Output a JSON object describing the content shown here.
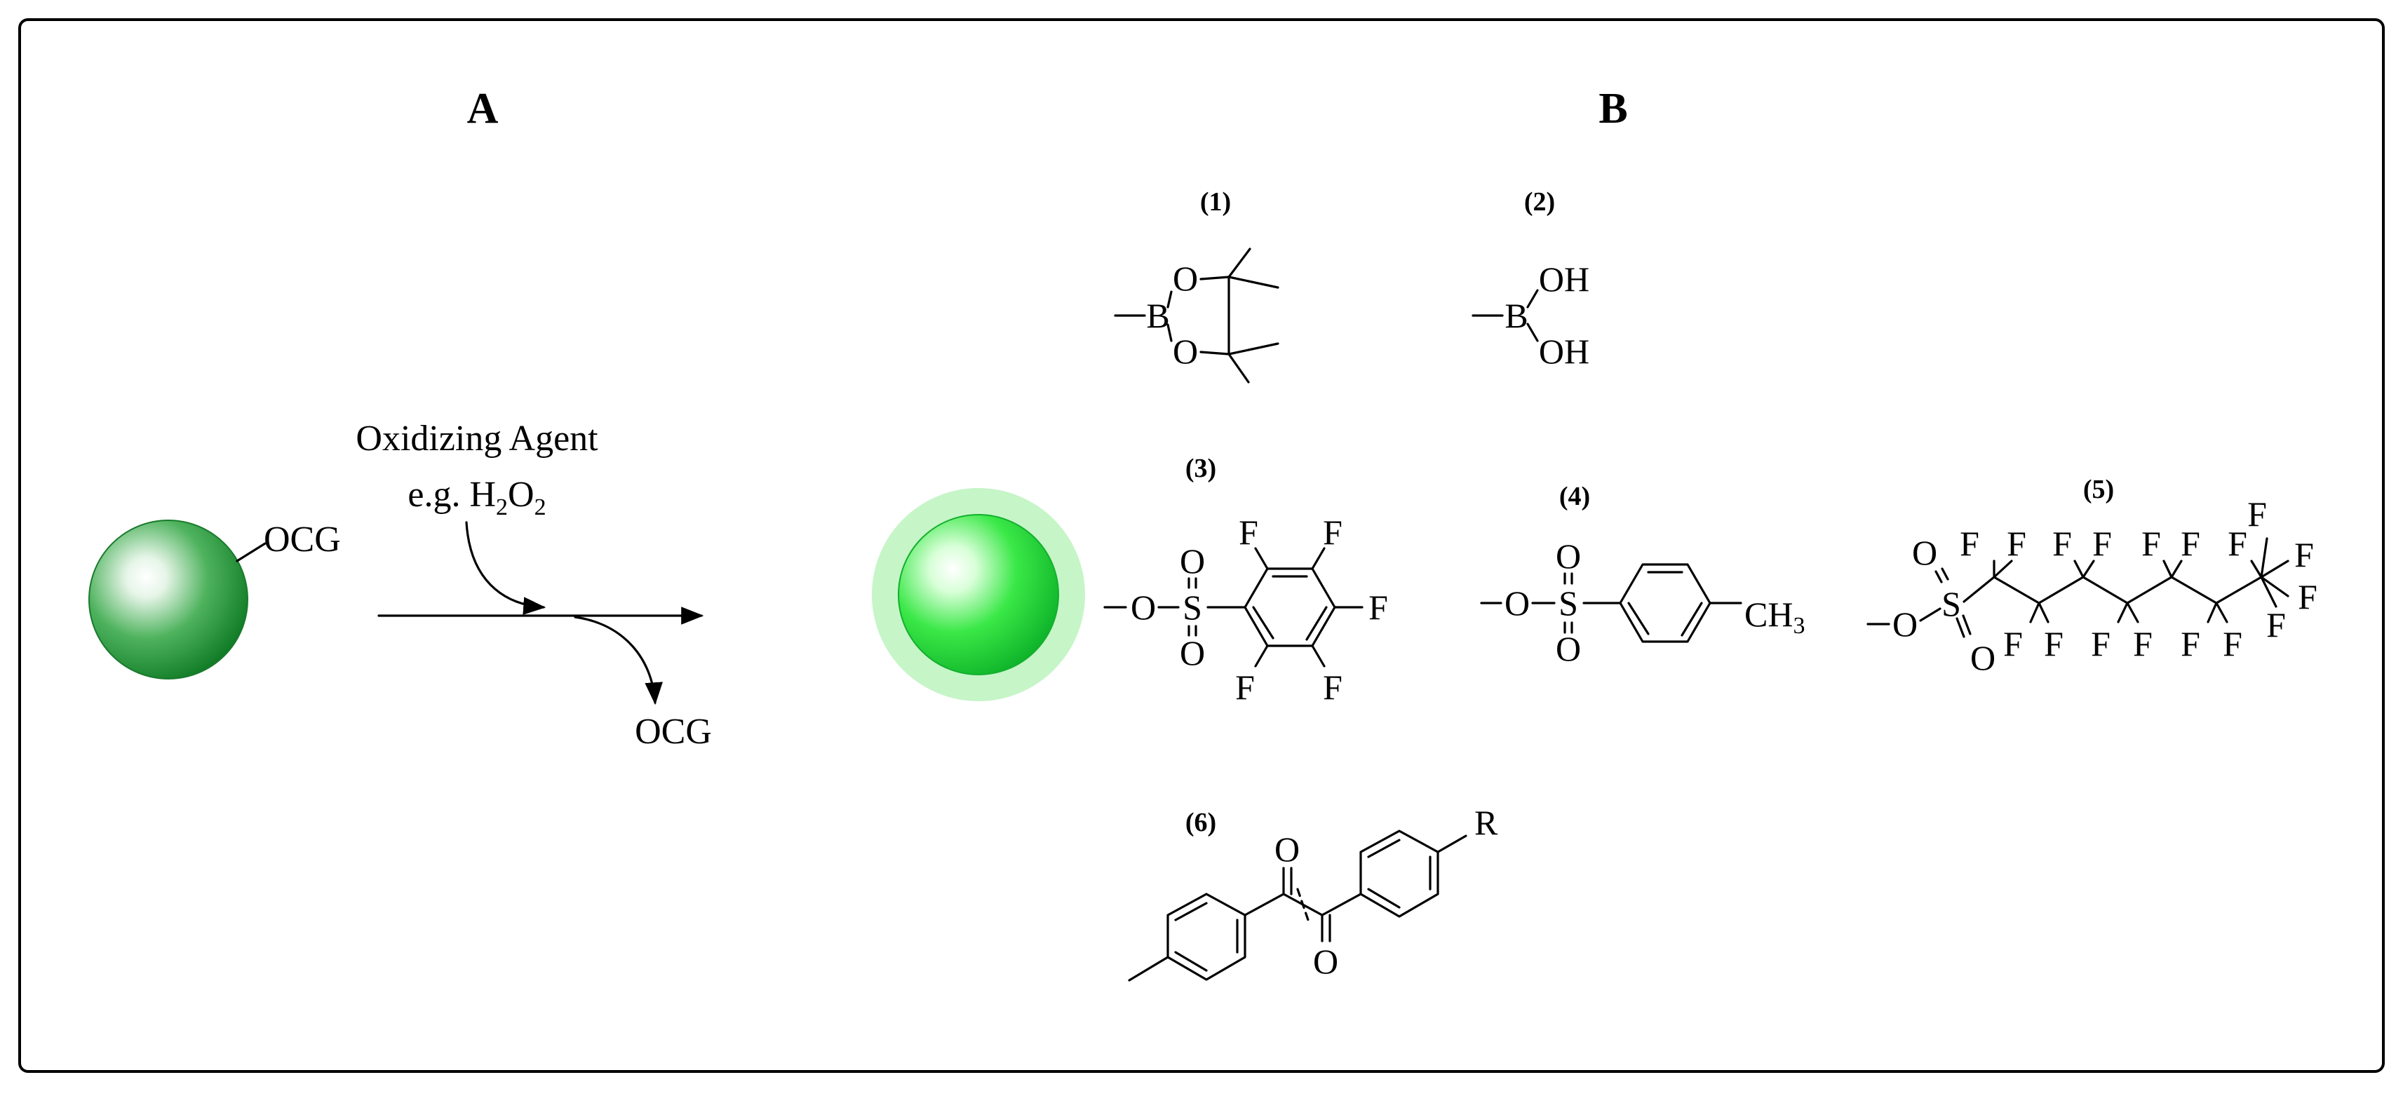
{
  "panel_a": {
    "label": "A",
    "substituent": "OCG",
    "arrow_caption": "Oxidizing Agent",
    "arrow_example_prefix": "e.g. H",
    "arrow_example_sub1": "2",
    "arrow_example_mid": "O",
    "arrow_example_sub2": "2",
    "leaving_group": "OCG"
  },
  "panel_b": {
    "label": "B",
    "structures": [
      {
        "label": "(1)"
      },
      {
        "label": "(2)"
      },
      {
        "label": "(3)"
      },
      {
        "label": "(4)"
      },
      {
        "label": "(5)"
      },
      {
        "label": "(6)"
      }
    ]
  },
  "atoms": {
    "B": "B",
    "O": "O",
    "OH": "OH",
    "S": "S",
    "F": "F",
    "R": "R",
    "CH3_main": "CH",
    "CH3_sub": "3"
  },
  "colors": {
    "sphere_dark": "#0f8a2a",
    "sphere_light": "#ffffff",
    "glow": "#c9f7cc",
    "glow_core": "#20e028"
  }
}
